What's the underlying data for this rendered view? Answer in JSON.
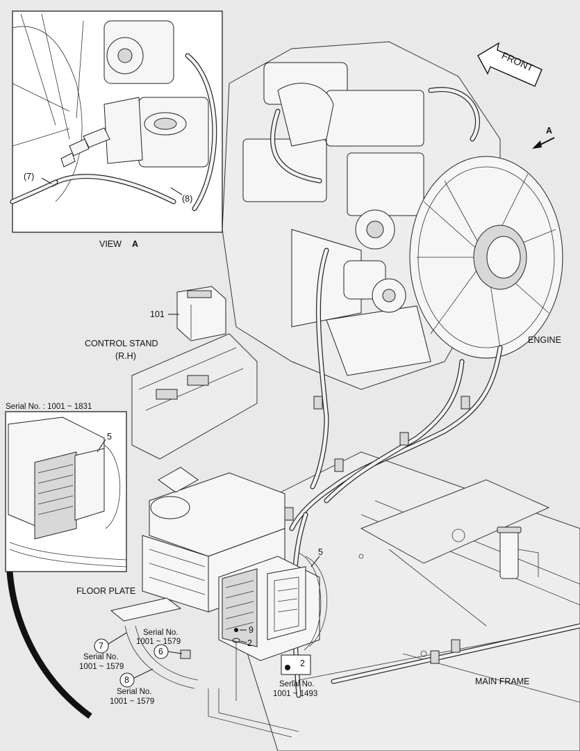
{
  "labels": {
    "front": "FRONT",
    "arrow_a": "A",
    "view_a": "VIEW",
    "view_a_letter": "A",
    "engine": "ENGINE",
    "control_stand_1": "CONTROL STAND",
    "control_stand_2": "(R.H)",
    "floor_plate": "FLOOR PLATE",
    "main_frame": "MAIN FRAME",
    "serial_top": "Serial No. : 1001 ~ 1831"
  },
  "callouts": {
    "p7_inset": "(7)",
    "p8_inset": "(8)",
    "p101": "101",
    "p5_inset": "5",
    "p5_main": "5",
    "p9": "9",
    "p2a": "2",
    "p2b": "2",
    "p6": "6",
    "p7": "7",
    "p8": "8"
  },
  "serials": {
    "s9_line1": "Serial No.",
    "s9_line2": "1001 ~ 1579",
    "s7_line1": "Serial No.",
    "s7_line2": "1001 ~ 1579",
    "s8_line1": "Serial No.",
    "s8_line2": "1001 ~ 1579",
    "s2_line1": "Serial No.",
    "s2_line2": "1001 ~ 1493"
  }
}
